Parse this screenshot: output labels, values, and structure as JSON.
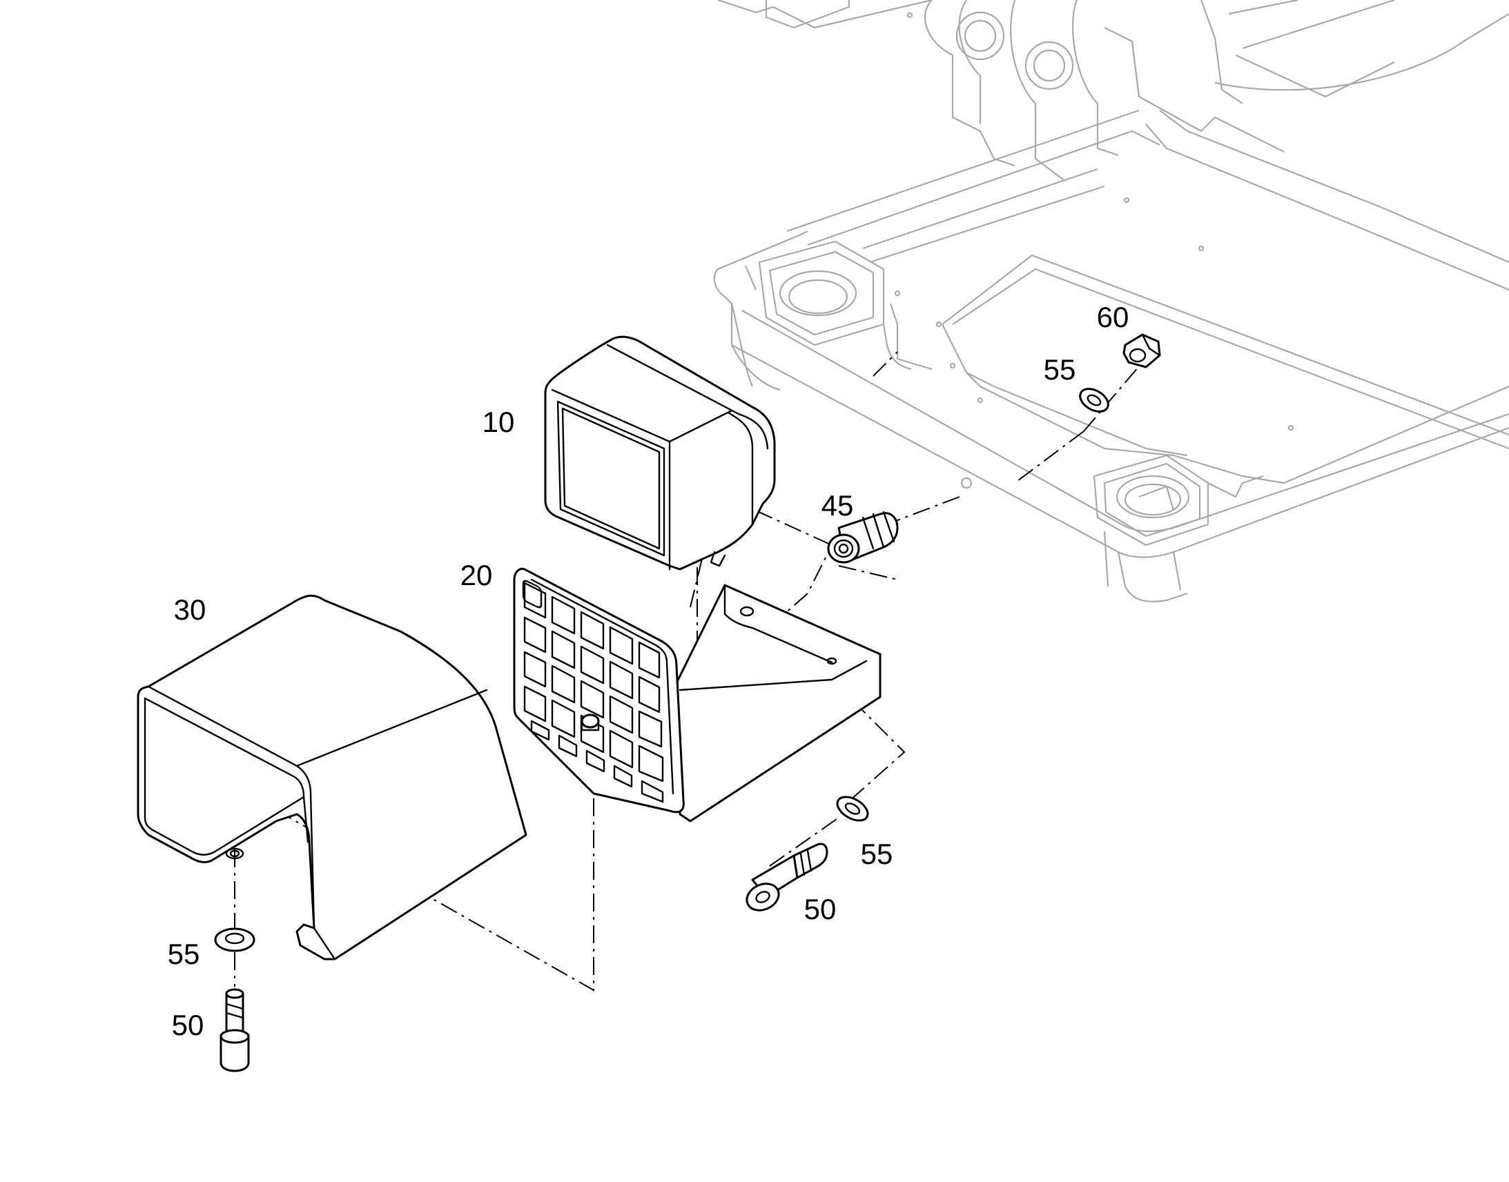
{
  "callouts": [
    {
      "label": "10"
    },
    {
      "label": "20"
    },
    {
      "label": "30"
    },
    {
      "label": "45"
    },
    {
      "label": "50"
    },
    {
      "label": "50"
    },
    {
      "label": "55"
    },
    {
      "label": "55"
    },
    {
      "label": "55"
    },
    {
      "label": "60"
    }
  ],
  "colors": {
    "part_stroke": "#000000",
    "background_frame_stroke": "#a8a8a8",
    "background": "#ffffff"
  }
}
